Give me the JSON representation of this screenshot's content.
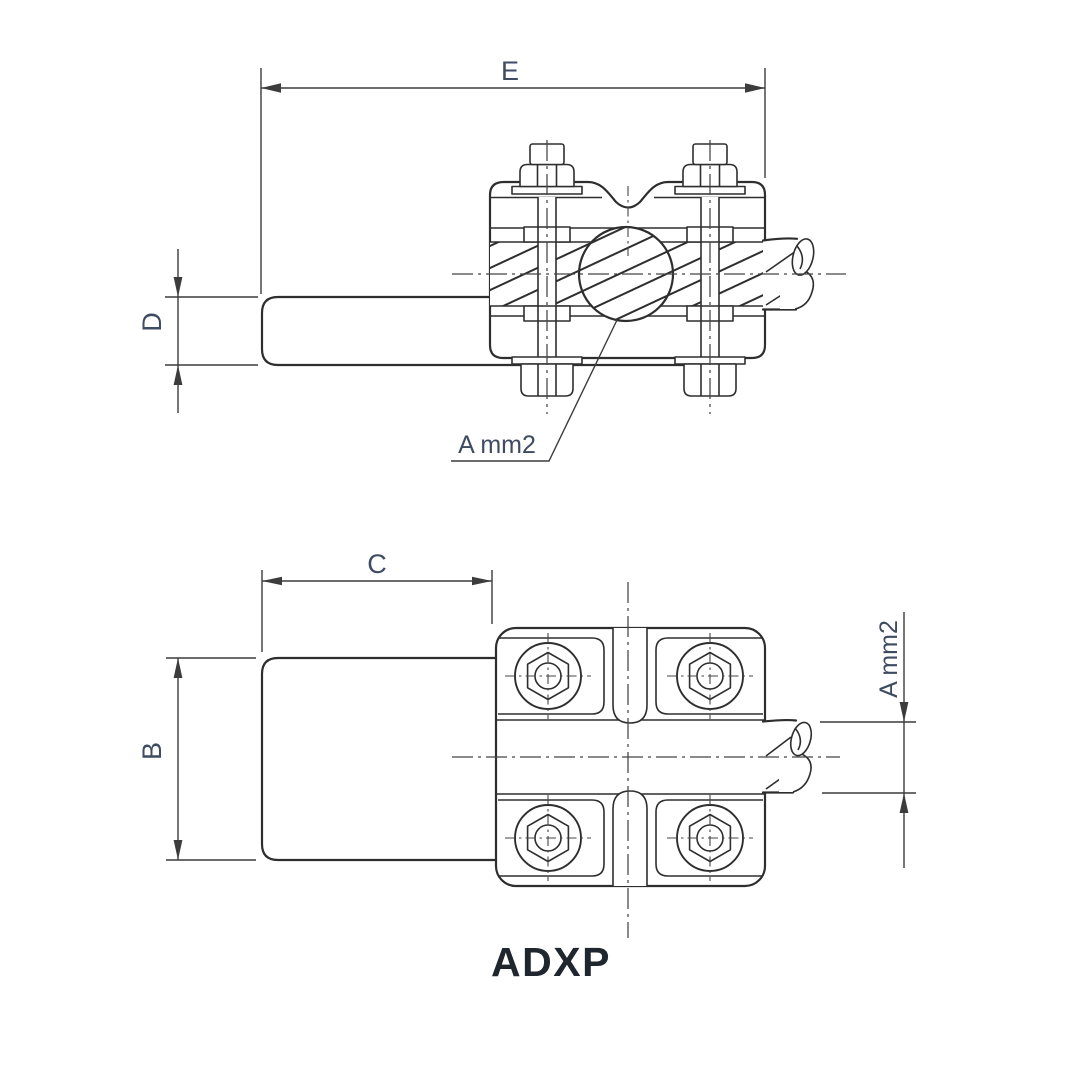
{
  "drawing": {
    "title": "ADXP",
    "side_view": {
      "dim_overall_length": "E",
      "dim_bar_thickness": "D",
      "conductor_callout": "A mm2"
    },
    "plan_view": {
      "dim_pad_length": "C",
      "dim_bar_width": "B",
      "dim_conductor": "A mm2"
    },
    "colors": {
      "line": "#2e2e2e",
      "dimension_line": "#3c3c3c",
      "label_text": "#3e4b61",
      "title_text": "#20262e",
      "background": "#ffffff"
    }
  }
}
